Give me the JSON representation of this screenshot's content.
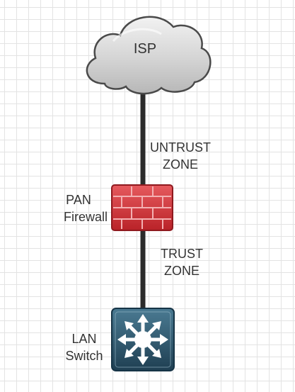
{
  "isp": {
    "label": "ISP"
  },
  "untrust_zone": {
    "line1": "UNTRUST",
    "line2": "ZONE"
  },
  "firewall": {
    "line1": "PAN",
    "line2": "Firewall"
  },
  "trust_zone": {
    "line1": "TRUST",
    "line2": "ZONE"
  },
  "switch": {
    "line1": "LAN",
    "line2": "Switch"
  },
  "colors": {
    "link": "#2b2b2b",
    "firewall_red": "#d63a3f",
    "switch_blue": "#2f5f78",
    "cloud_gray": "#d2d2d2"
  }
}
